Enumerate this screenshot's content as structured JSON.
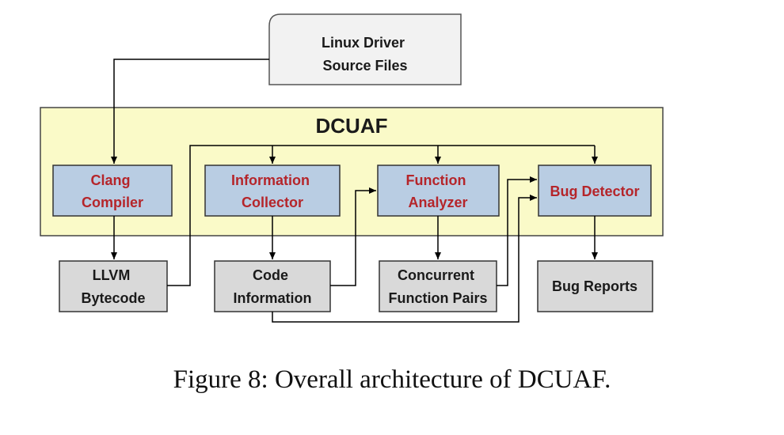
{
  "source": {
    "line1": "Linux Driver",
    "line2": "Source Files"
  },
  "system": {
    "title": "DCUAF"
  },
  "modules": {
    "clang": {
      "line1": "Clang",
      "line2": "Compiler"
    },
    "collector": {
      "line1": "Information",
      "line2": "Collector"
    },
    "analyzer": {
      "line1": "Function",
      "line2": "Analyzer"
    },
    "detector": {
      "line1": "Bug Detector"
    }
  },
  "outputs": {
    "llvm": {
      "line1": "LLVM",
      "line2": "Bytecode"
    },
    "code": {
      "line1": "Code",
      "line2": "Information"
    },
    "pairs": {
      "line1": "Concurrent",
      "line2": "Function Pairs"
    },
    "reports": {
      "line1": "Bug Reports"
    }
  },
  "caption": "Figure 8: Overall architecture of DCUAF.",
  "colors": {
    "system_fill": "#fafac8",
    "module_fill": "#b9cde3",
    "output_fill": "#d9d9d9",
    "module_text": "#b5252a"
  }
}
